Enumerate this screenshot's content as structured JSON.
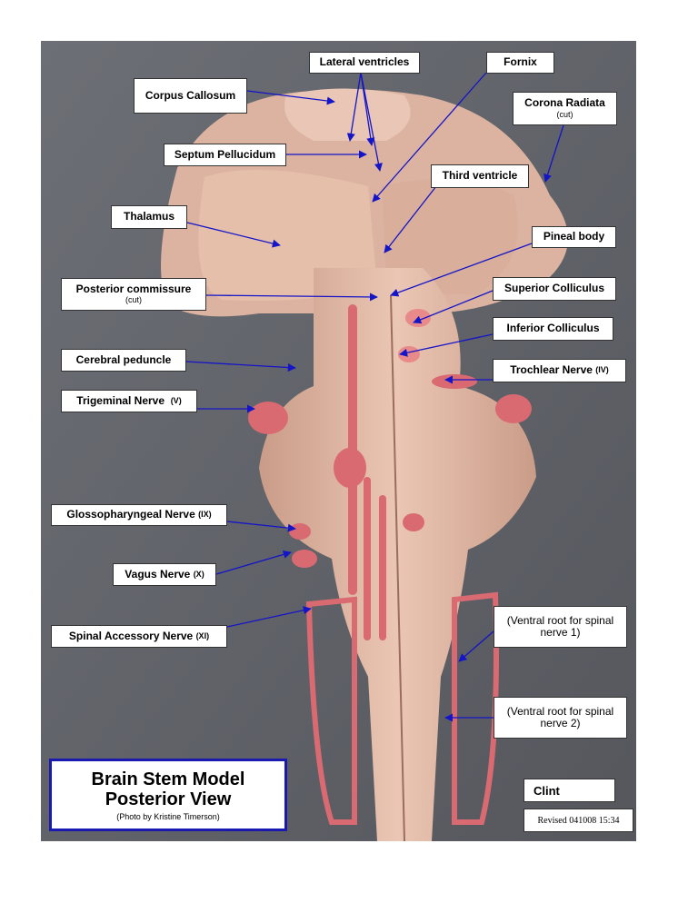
{
  "labels": {
    "lateral_ventricles": "Lateral ventricles",
    "fornix": "Fornix",
    "corpus_callosum": "Corpus Callosum",
    "corona_radiata": "Corona Radiata",
    "corona_radiata_note": "(cut)",
    "septum_pellucidum": "Septum Pellucidum",
    "third_ventricle": "Third ventricle",
    "thalamus": "Thalamus",
    "pineal_body": "Pineal body",
    "posterior_commissure": "Posterior commissure",
    "posterior_commissure_note": "(cut)",
    "superior_colliculus": "Superior Colliculus",
    "inferior_colliculus": "Inferior Colliculus",
    "cerebral_peduncle": "Cerebral peduncle",
    "trochlear_nerve": "Trochlear Nerve",
    "trochlear_nerve_num": "(IV)",
    "trigeminal_nerve": "Trigeminal Nerve",
    "trigeminal_nerve_num": "(V)",
    "glossopharyngeal_nerve": "Glossopharyngeal Nerve",
    "glossopharyngeal_nerve_num": "(IX)",
    "vagus_nerve": "Vagus Nerve",
    "vagus_nerve_num": "(X)",
    "spinal_accessory_nerve": "Spinal Accessory Nerve",
    "spinal_accessory_nerve_num": "(XI)",
    "ventral_root_1": "(Ventral root for spinal nerve 1)",
    "ventral_root_2": "(Ventral root for spinal nerve 2)"
  },
  "title": {
    "line1": "Brain Stem Model",
    "line2": "Posterior View",
    "credit": "(Photo by Kristine Timerson)"
  },
  "author": "Clint",
  "revised": "Revised 041008 15:34",
  "colors": {
    "background": "#5f6168",
    "tissue": "#e2b9a6",
    "nerve": "#d96a72",
    "arrow": "#1414c8",
    "title_border": "#1a1ab0"
  }
}
